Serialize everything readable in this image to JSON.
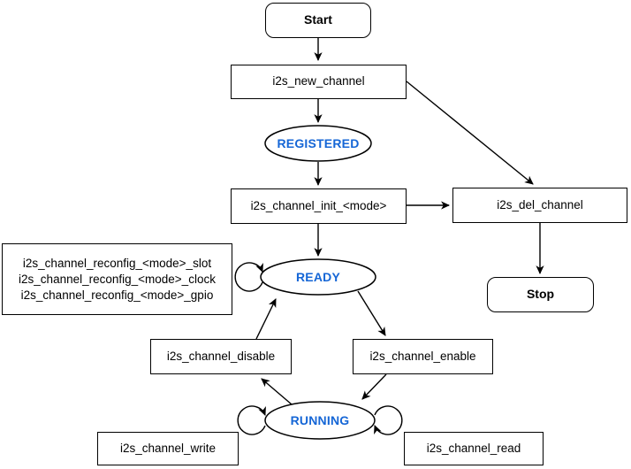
{
  "diagram": {
    "type": "state-machine-flowchart",
    "colors": {
      "stroke": "#000000",
      "state_label": "#1566d6",
      "background": "#ffffff",
      "node_fill": "#ffffff"
    },
    "nodes": {
      "start": "Start",
      "new_channel": "i2s_new_channel",
      "registered": "REGISTERED",
      "init": "i2s_channel_init_<mode>",
      "del_channel": "i2s_del_channel",
      "stop": "Stop",
      "reconfig_lines": [
        "i2s_channel_reconfig_<mode>_slot",
        "i2s_channel_reconfig_<mode>_clock",
        "i2s_channel_reconfig_<mode>_gpio"
      ],
      "ready": "READY",
      "disable": "i2s_channel_disable",
      "enable": "i2s_channel_enable",
      "running": "RUNNING",
      "write": "i2s_channel_write",
      "read": "i2s_channel_read"
    },
    "edges": [
      {
        "from": "start",
        "to": "new_channel"
      },
      {
        "from": "new_channel",
        "to": "registered"
      },
      {
        "from": "new_channel",
        "to": "del_channel"
      },
      {
        "from": "registered",
        "to": "init"
      },
      {
        "from": "init",
        "to": "del_channel"
      },
      {
        "from": "init",
        "to": "ready"
      },
      {
        "from": "del_channel",
        "to": "stop"
      },
      {
        "from": "ready",
        "to": "ready",
        "via": "reconfig self-loop"
      },
      {
        "from": "ready",
        "to": "enable"
      },
      {
        "from": "disable",
        "to": "ready"
      },
      {
        "from": "enable",
        "to": "running"
      },
      {
        "from": "running",
        "to": "disable"
      },
      {
        "from": "running",
        "to": "running",
        "via": "write self-loop"
      },
      {
        "from": "running",
        "to": "running",
        "via": "read self-loop"
      }
    ]
  }
}
